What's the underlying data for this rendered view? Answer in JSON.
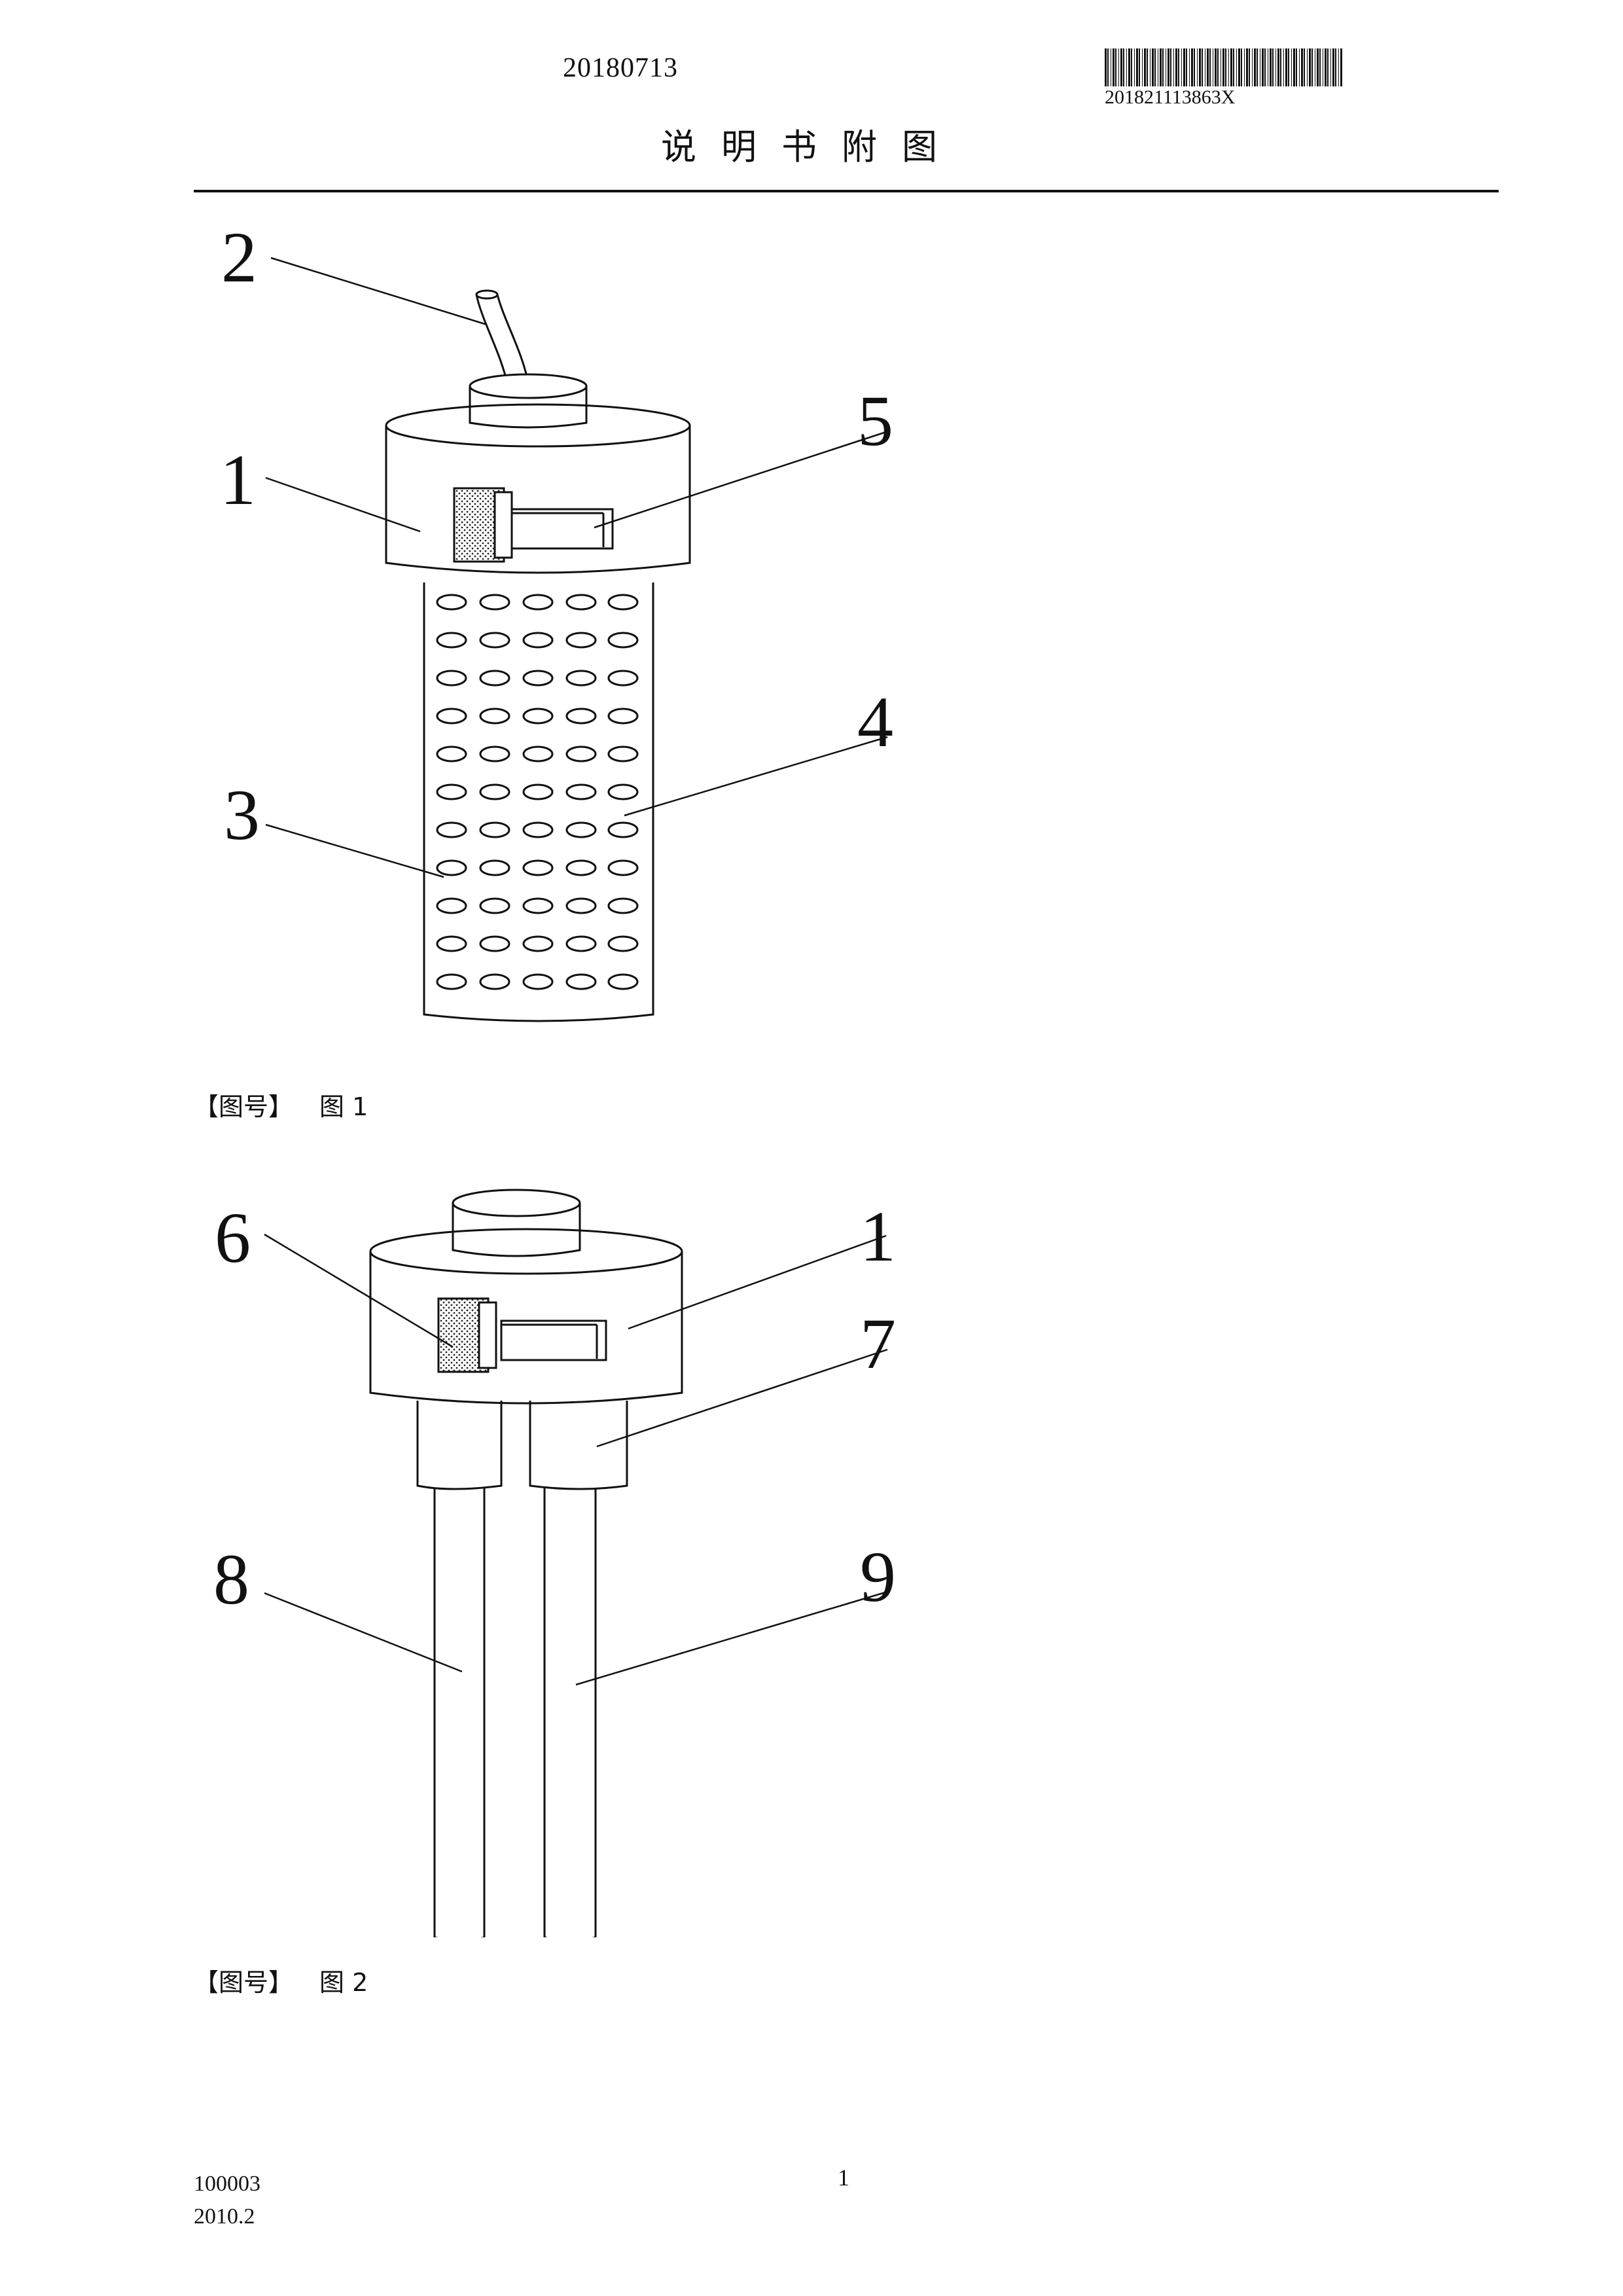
{
  "header": {
    "date": "20180713",
    "application_number": "201821113863X",
    "title": "说明书附图"
  },
  "figures": [
    {
      "caption_tag": "【图号】",
      "caption_label": "图 1",
      "labels": {
        "l1": "1",
        "l2": "2",
        "l3": "3",
        "l4": "4",
        "l5": "5"
      }
    },
    {
      "caption_tag": "【图号】",
      "caption_label": "图 2",
      "labels": {
        "l1": "1",
        "l6": "6",
        "l7": "7",
        "l8": "8",
        "l9": "9"
      }
    }
  ],
  "footer": {
    "page_number": "1",
    "form_code": "100003",
    "form_date": "2010.2"
  }
}
